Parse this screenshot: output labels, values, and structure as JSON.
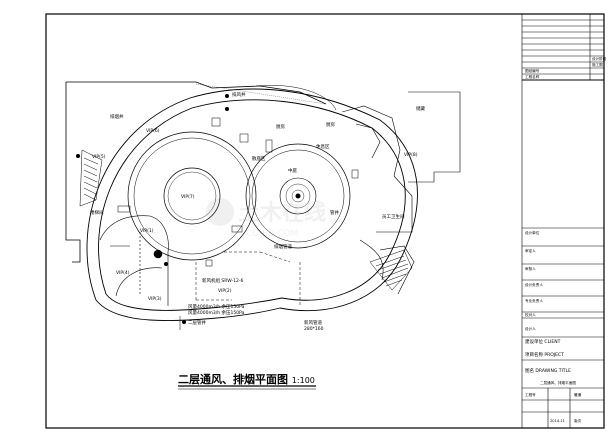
{
  "drawing": {
    "plan_title": "二层通风、排烟平面图",
    "plan_scale": "1:100",
    "watermark": "土木在线 COIBB.COM"
  },
  "rooms": {
    "vip5": "VIP(5)",
    "vip6": "VIP(6)",
    "vip7": "VIP(7)",
    "vip4": "VIP(4)",
    "vip3": "VIP(3)",
    "vip2": "VIP(2)",
    "vip1": "VIP(1)",
    "vip8": "VIP(8)",
    "corridor_1": "厨房",
    "corridor_2": "散座区",
    "corridor_3": "休息区",
    "stair_note": "楼梯间",
    "side_room": "员工卫生间",
    "kitchen_label": "厨房",
    "shaft_a": "排风井",
    "shaft_b": "排烟井",
    "stair_mark": "二层管井",
    "fan_note_1": "新风机组 SRW-12-6",
    "fan_note_2": "风量4000m3/h 余压150Pa",
    "fan_note_3": "风量4000m3/h 余压150Pa",
    "exhaust_label": "排烟管道",
    "duct_note_1": "新风管道",
    "duct_note_2": "280*160",
    "label_round": "中庭",
    "label_right_top": "储藏",
    "label_small": "管井"
  },
  "title_block": {
    "r1": "图纸编号",
    "r2": "设计阶段",
    "r3": "施工图",
    "r4": "工程名称",
    "r5": "设计单位",
    "r6": "审定人",
    "r7": "审核人",
    "r8": "设计负责人",
    "r9": "专业负责人",
    "r10": "校对人",
    "r11": "设计人",
    "r12": "建设单位 CLIENT",
    "r13": "项目名称 PROJECT",
    "r14": "图名 DRAWING TITLE",
    "r15": "二层通风、排烟平面图",
    "r16": "工程号",
    "r17": "暖通",
    "r18": "2014.11",
    "r19": "版次"
  }
}
